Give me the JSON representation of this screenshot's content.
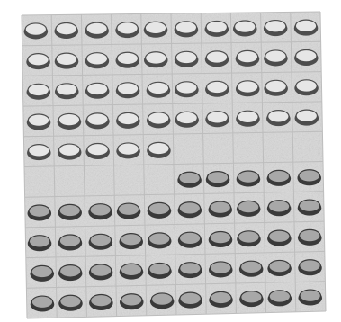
{
  "image": {
    "subject": "coin-grid-plate",
    "grid": {
      "rows": 10,
      "cols": 10
    },
    "top_coin_count": 45,
    "bottom_coin_count": 45,
    "empty_cell_count": 10,
    "colors": {
      "plate": "#d9d9d9",
      "grid_line": "#bdbdbd",
      "coin_fill_top": "#e6e6e6",
      "coin_edge_top": "#4d4d4d",
      "coin_fill_bottom": "#a8a8a8",
      "coin_edge_bottom": "#3a3a3a",
      "background": "#ffffff"
    }
  }
}
